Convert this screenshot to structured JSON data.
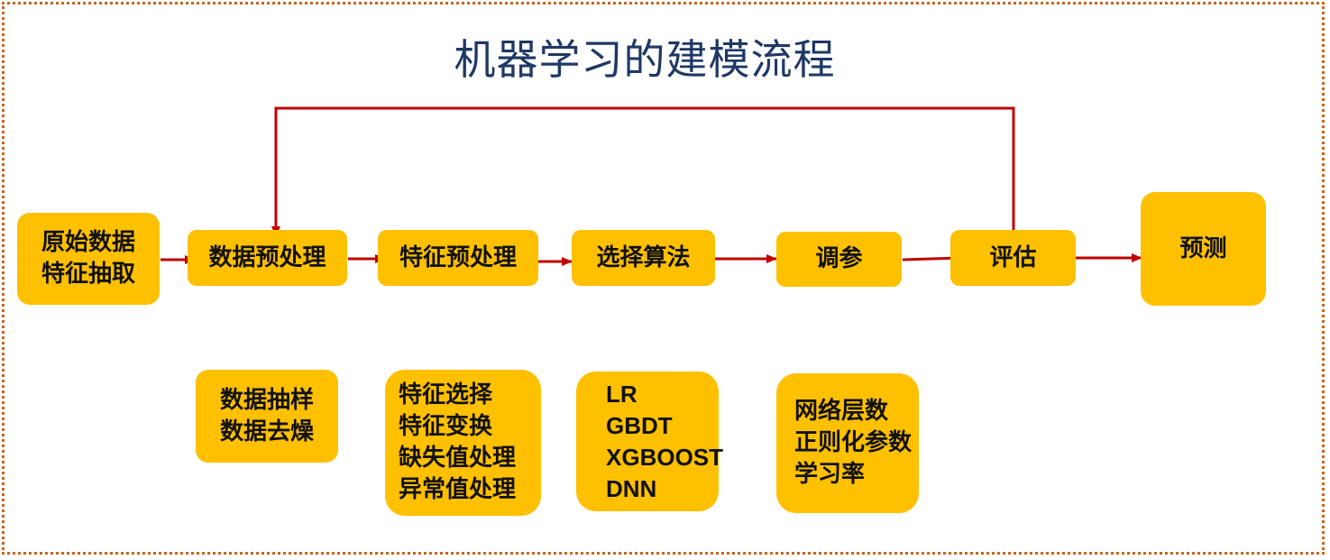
{
  "title": "机器学习的建模流程",
  "colors": {
    "box": "#ffc000",
    "arrow": "#c00000",
    "title": "#1f3864",
    "frame": "#c8641e"
  },
  "steps": [
    {
      "lines": [
        "原始数据",
        "特征抽取"
      ]
    },
    {
      "lines": [
        "数据预处理"
      ]
    },
    {
      "lines": [
        "特征预处理"
      ]
    },
    {
      "lines": [
        "选择算法"
      ]
    },
    {
      "lines": [
        "调参"
      ]
    },
    {
      "lines": [
        "评估"
      ]
    },
    {
      "lines": [
        "预测"
      ]
    }
  ],
  "details": [
    {
      "lines": [
        "数据抽样",
        "数据去燥"
      ]
    },
    {
      "lines": [
        "特征选择",
        "特征变换",
        "缺失值处理",
        "异常值处理"
      ]
    },
    {
      "lines": [
        "LR",
        "GBDT",
        "XGBOOST",
        "DNN"
      ]
    },
    {
      "lines": [
        "网络层数",
        "正则化参数",
        "学习率"
      ]
    }
  ]
}
